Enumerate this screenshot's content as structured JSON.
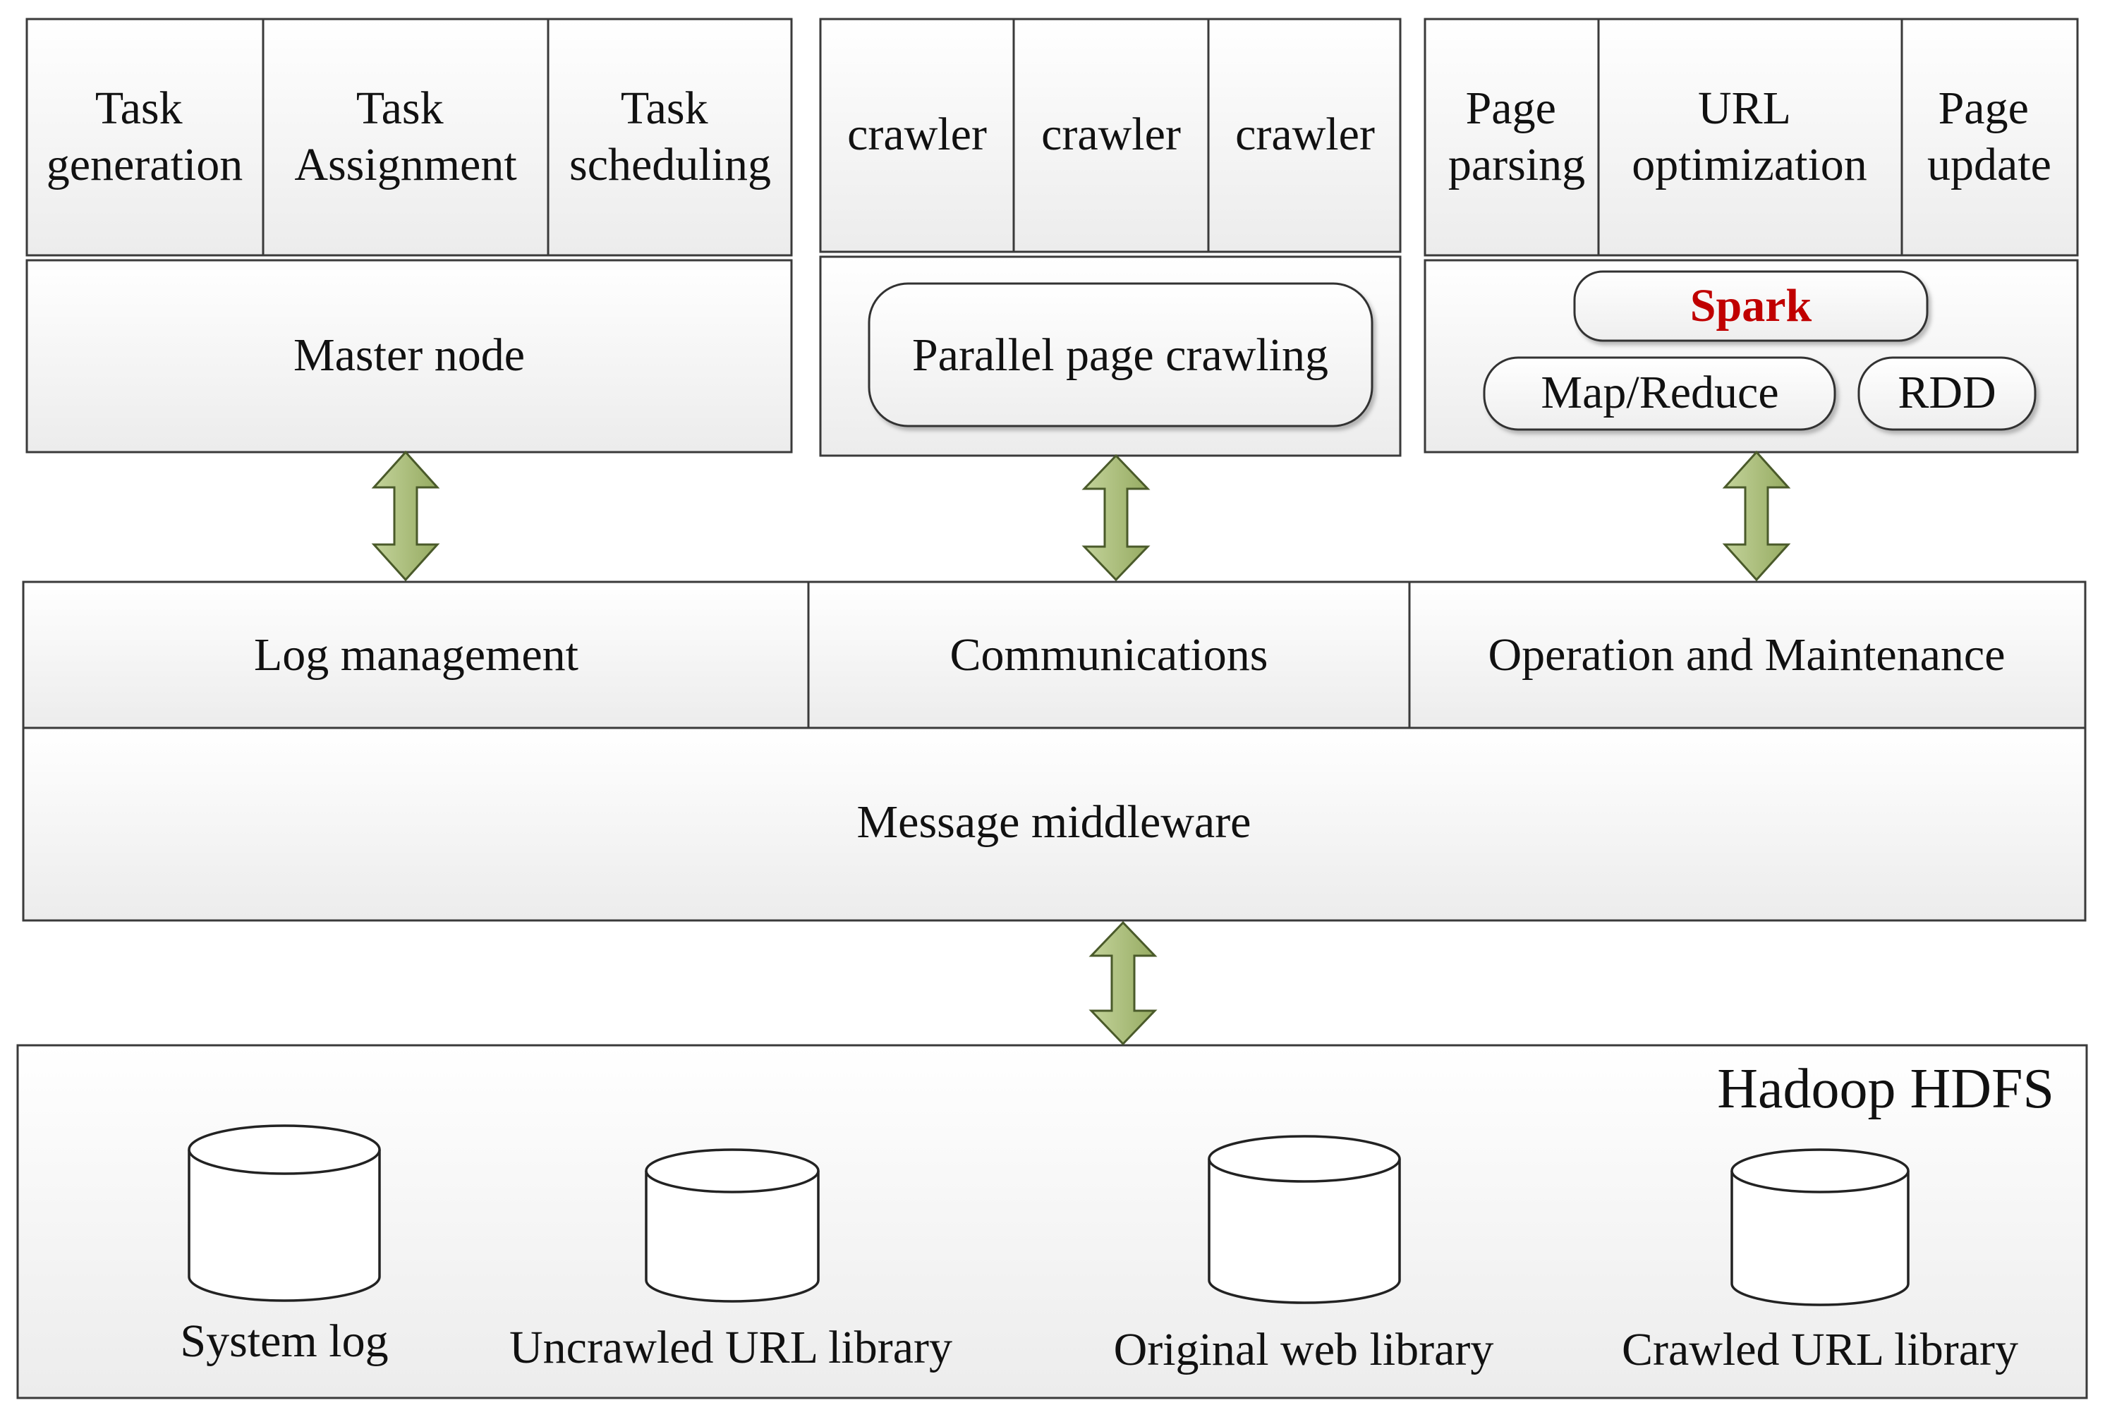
{
  "master": {
    "tasks": [
      "Task\ngeneration",
      "Task\nAssignment",
      "Task\nscheduling"
    ],
    "node_label": "Master node"
  },
  "crawler": {
    "items": [
      "crawler",
      "crawler",
      "crawler"
    ],
    "parallel_label": "Parallel page crawling"
  },
  "processing": {
    "tasks": [
      "Page\nparsing",
      "URL\noptimization",
      "Page\nupdate"
    ],
    "spark_label": "Spark",
    "mapreduce_label": "Map/Reduce",
    "rdd_label": "RDD"
  },
  "services": {
    "log_label": "Log management",
    "comm_label": "Communications",
    "ops_label": "Operation and Maintenance"
  },
  "middleware_label": "Message middleware",
  "hdfs": {
    "title": "Hadoop HDFS",
    "stores": [
      "System log",
      "Uncrawled URL library",
      "Original web library",
      "Crawled URL library"
    ]
  },
  "colors": {
    "spark_text": "#c00000",
    "arrow_fill": "#a9bd78",
    "arrow_stroke": "#4a5a2a",
    "box_fill_light": "#ffffff",
    "box_fill_dark": "#ececec"
  }
}
